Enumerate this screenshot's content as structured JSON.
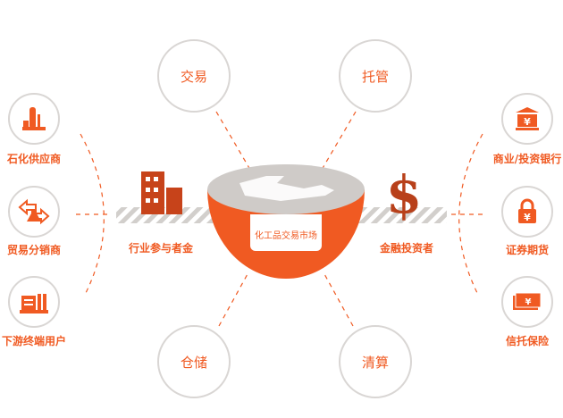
{
  "center": {
    "label": "化工品交易市场"
  },
  "services": {
    "trade": "交易",
    "custody": "托管",
    "storage": "仓储",
    "clearing": "清算"
  },
  "left": {
    "group": "行业参与者金",
    "items": [
      "石化供应商",
      "贸易分销商",
      "下游终端用户"
    ]
  },
  "right": {
    "group": "金融投资者",
    "items": [
      "商业/投资银行",
      "证券期货",
      "信托保险"
    ]
  },
  "colors": {
    "accent": "#f05a22",
    "grey": "#cfcbc8"
  }
}
